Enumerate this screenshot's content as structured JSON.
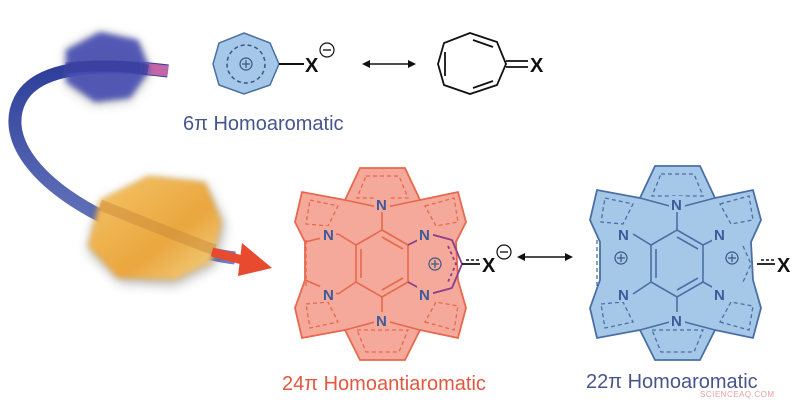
{
  "figure": {
    "type": "chemistry-scheme",
    "colors": {
      "blue_fill": "#a6c8e8",
      "blue_stroke": "#4a6fa5",
      "red_fill": "#f4a99a",
      "red_stroke": "#e8674d",
      "purple_bond": "#8a3f8a",
      "nitrogen_text": "#3d5a9a",
      "label_blue": "#48558c",
      "label_red": "#e2583f",
      "arrow_red": "#e84a30",
      "ribbon_blue": "#3d4fa0"
    }
  },
  "top_scheme": {
    "left_structure": {
      "ring": "cycloheptatrienyl (tropylium) cation",
      "charge": "⊕",
      "substituent": "X",
      "substituent_charge": "⊖"
    },
    "resonance_arrow": "↔",
    "right_structure": {
      "ring": "cycloheptatriene with exocyclic double bond",
      "substituent": "X"
    },
    "label": "6π Homoaromatic"
  },
  "bottom_scheme": {
    "left_structure": {
      "atoms": [
        "N",
        "N",
        "N",
        "N",
        "N",
        "N"
      ],
      "charge": "⊕",
      "substituent": "X",
      "substituent_charge": "⊖",
      "label": "24π Homoantiaromatic"
    },
    "resonance_arrow": "↔",
    "right_structure": {
      "atoms": [
        "N",
        "N",
        "N",
        "N",
        "N",
        "N"
      ],
      "charges": [
        "⊕",
        "⊕"
      ],
      "substituent": "X",
      "label": "22π Homoaromatic"
    }
  },
  "watermark": "SCIENCEAQ.COM"
}
